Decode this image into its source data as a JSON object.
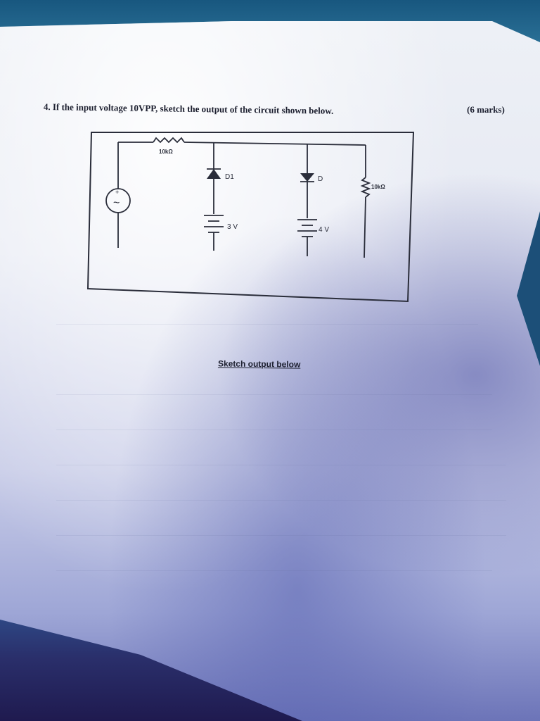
{
  "question": {
    "number": "4.",
    "text": "If the input voltage 10VPP, sketch the output of the circuit shown below.",
    "marks": "(6 marks)"
  },
  "circuit": {
    "series_resistor_label": "10kΩ",
    "diode1_label": "D1",
    "diode2_label": "D",
    "battery1_label": "3 V",
    "battery2_label": "4 V",
    "load_resistor_label": "10kΩ",
    "source_plus": "+",
    "source_symbol": "~"
  },
  "sketch_label": "Sketch output below"
}
